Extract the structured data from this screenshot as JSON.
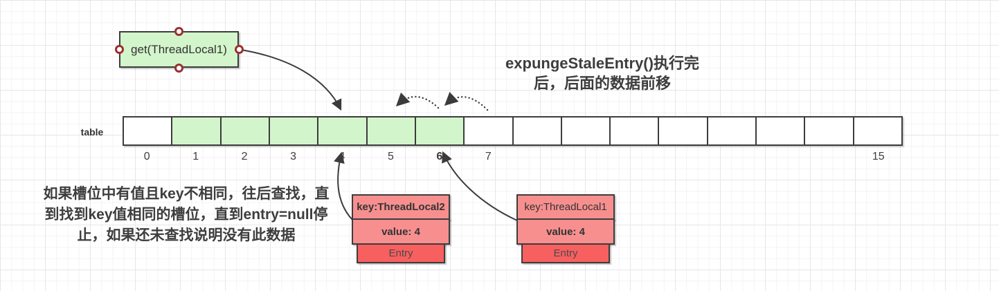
{
  "title": {
    "line1": "expungeStaleEntry()执行完",
    "line2": "后，后面的数据前移"
  },
  "get_box": {
    "label": "get(ThreadLocal1)"
  },
  "table": {
    "label": "table",
    "cells": [
      {
        "index": "0",
        "green": false,
        "bold": false
      },
      {
        "index": "1",
        "green": true,
        "bold": false
      },
      {
        "index": "2",
        "green": true,
        "bold": false
      },
      {
        "index": "3",
        "green": true,
        "bold": false
      },
      {
        "index": "4",
        "green": true,
        "bold": false
      },
      {
        "index": "5",
        "green": true,
        "bold": false
      },
      {
        "index": "6",
        "green": true,
        "bold": true
      },
      {
        "index": "7",
        "green": false,
        "bold": false
      },
      {
        "index": "",
        "green": false,
        "bold": false
      },
      {
        "index": "",
        "green": false,
        "bold": false
      },
      {
        "index": "",
        "green": false,
        "bold": false
      },
      {
        "index": "",
        "green": false,
        "bold": false
      },
      {
        "index": "",
        "green": false,
        "bold": false
      },
      {
        "index": "",
        "green": false,
        "bold": false
      },
      {
        "index": "",
        "green": false,
        "bold": false
      },
      {
        "index": "15",
        "green": false,
        "bold": false
      }
    ]
  },
  "note": {
    "line1": "如果槽位中有值且key不相同，往后查找，直",
    "line2": "到找到key值相同的槽位，直到entry=null停",
    "line3": "止，如果还未查找说明没有此数据"
  },
  "entries": [
    {
      "key": "key:ThreadLocal2",
      "value": "value: 4",
      "label": "Entry",
      "key_bold": true
    },
    {
      "key": "key:ThreadLocal1",
      "value": "value: 4",
      "label": "Entry",
      "key_bold": false
    }
  ],
  "colors": {
    "green_fill": "#d3f5cb",
    "pink_fill": "#f78f8f",
    "red_fill": "#f7605f",
    "shape_border": "#3c3c3c",
    "handle_ring": "#9b3030",
    "arrow": "#3b3b3b",
    "text": "#3d3d3d"
  }
}
